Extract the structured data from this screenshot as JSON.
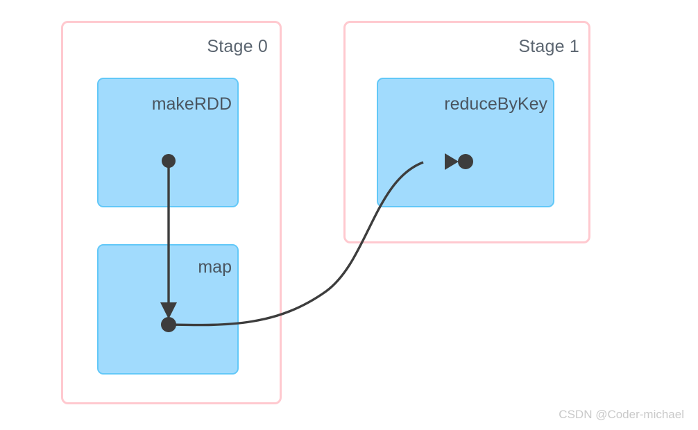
{
  "diagram": {
    "type": "spark-dag-stage-diagram",
    "background_color": "#ffffff",
    "stages": [
      {
        "id": "stage-0",
        "label": "Stage 0",
        "border_color": "#ffc9cf",
        "nodes": [
          {
            "id": "makeRDD",
            "label": "makeRDD",
            "fill_color": "#a1dbfd",
            "border_color": "#62c8f8"
          },
          {
            "id": "map",
            "label": "map",
            "fill_color": "#a1dbfd",
            "border_color": "#62c8f8"
          }
        ]
      },
      {
        "id": "stage-1",
        "label": "Stage 1",
        "border_color": "#ffc9cf",
        "nodes": [
          {
            "id": "reduceByKey",
            "label": "reduceByKey",
            "fill_color": "#a1dbfd",
            "border_color": "#62c8f8"
          }
        ]
      }
    ],
    "edges": [
      {
        "id": "edge-makeRDD-to-map",
        "from": "makeRDD",
        "to": "map",
        "style": "straight",
        "color": "#3d3d3d"
      },
      {
        "id": "edge-map-to-reduceByKey",
        "from": "map",
        "to": "reduceByKey",
        "style": "curved",
        "color": "#3d3d3d"
      }
    ],
    "label_color": "#4a5560",
    "stage_label_color": "#5b6570"
  },
  "watermark": {
    "text": "CSDN @Coder-michael",
    "color": "#c9c9c9"
  }
}
